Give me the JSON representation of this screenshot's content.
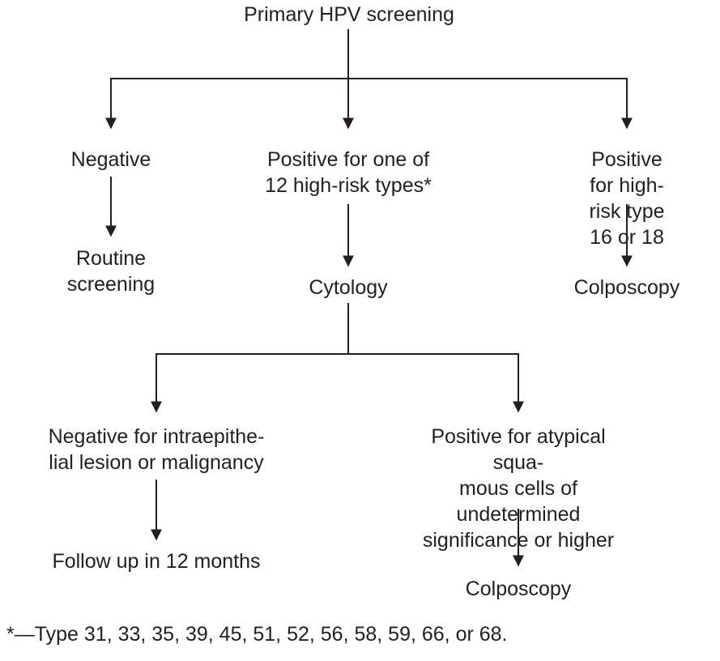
{
  "flowchart": {
    "title": "Primary HPV screening",
    "nodes": {
      "hpv_negative": "Negative",
      "routine_screening": [
        "Routine",
        "screening"
      ],
      "hpv_positive_12_types": [
        "Positive for one of",
        "12 high-risk types*"
      ],
      "hpv_positive_16_18": [
        "Positive for high-",
        "risk type 16 or 18"
      ],
      "cytology": "Cytology",
      "colposcopy_top": "Colposcopy",
      "cytology_negative": [
        "Negative for intraepithe-",
        "lial lesion or malignancy"
      ],
      "follow_up": "Follow up in 12 months",
      "cytology_positive": [
        "Positive for atypical squa-",
        "mous cells of undetermined",
        "significance or higher"
      ],
      "colposcopy_bottom": "Colposcopy"
    },
    "footnote": "*—Type 31, 33, 35, 39, 45, 51, 52, 56, 58, 59, 66, or 68.",
    "line_color": "#231f20"
  }
}
